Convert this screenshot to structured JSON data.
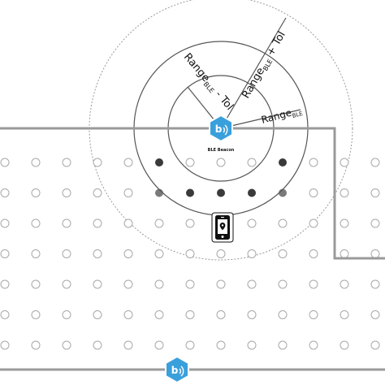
{
  "labels": {
    "range_main": "Range",
    "range_sub": "BLE",
    "range_minus_suffix": " - Tol",
    "range_plus_suffix": " + Tol",
    "beacon_caption": "BLE Beacon"
  },
  "icons": {
    "beacon": "ble-beacon-icon",
    "phone": "smartphone-icon"
  },
  "colors": {
    "beacon_fill": "#3aa0dc",
    "room_wall": "#9a9a9a",
    "dot_dark": "#3a3a3a",
    "dot_medium": "#7a7a7a",
    "dot_outline": "#a8a8a8",
    "circle_line": "#555555",
    "outer_dotted": "#9a9a9a"
  }
}
